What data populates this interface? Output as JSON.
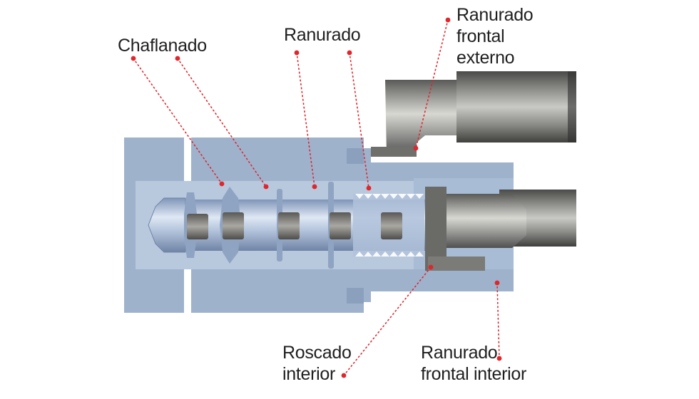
{
  "colors": {
    "leader_red": "#e0252b",
    "workpiece_blue": "#9eb2cc",
    "tool_gray": "#7a7a78",
    "label_text": "#1f1f1f"
  },
  "labels": {
    "chamfering": "Chaflanado",
    "grooving": "Ranurado",
    "external_face_grooving": [
      "Ranurado",
      "frontal",
      "externo"
    ],
    "internal_threading": [
      "Roscado",
      "interior"
    ],
    "internal_face_grooving": [
      "Ranurado",
      "frontal interior"
    ]
  }
}
